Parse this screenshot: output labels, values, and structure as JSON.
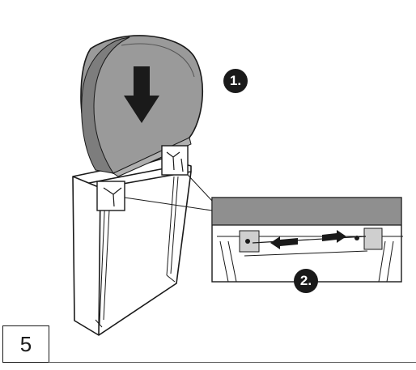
{
  "figure": {
    "step_number": "5",
    "callouts": [
      {
        "label": "1."
      },
      {
        "label": "2."
      }
    ],
    "colors": {
      "lid_fill": "#9a9a9a",
      "lid_fill_dark": "#7d7d7d",
      "outline": "#1a1a1a",
      "detail_panel": "#8f8f8f",
      "callout_bg": "#1a1a1a"
    },
    "icons": [
      "down-arrow-icon",
      "left-arrow-icon",
      "right-arrow-icon"
    ]
  }
}
